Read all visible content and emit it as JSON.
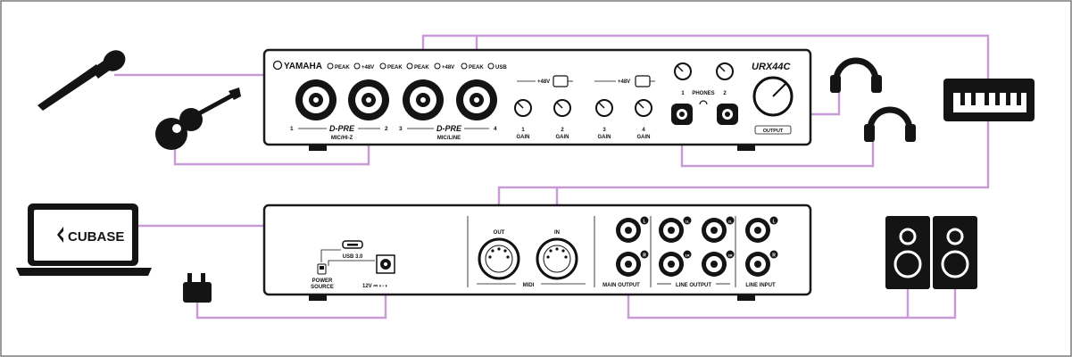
{
  "colors": {
    "cable": "#c89ad6",
    "panel_fill": "#ffffff",
    "panel_stroke": "#1a1a1a",
    "device": "#141414",
    "frame": "#7a7a7a"
  },
  "front_panel": {
    "brand": "YAMAHA",
    "model": "URX44C",
    "peak_1": "PEAK",
    "phantom_12": "+48V",
    "peak_2": "PEAK",
    "peak_3": "PEAK",
    "phantom_34": "+48V",
    "peak_4": "PEAK",
    "usb_led": "USB",
    "preamp_a_name": "D-PRE",
    "preamp_a_sub": "MIC/HI-Z",
    "preamp_b_name": "D-PRE",
    "preamp_b_sub": "MIC/LINE",
    "input_nums": [
      "1",
      "2",
      "3",
      "4"
    ],
    "switch_12": "+48V",
    "switch_34": "+48V",
    "gain_label": "GAIN",
    "phones_label": "PHONES",
    "phones_1": "1",
    "phones_2": "2",
    "output_label": "OUTPUT"
  },
  "rear_panel": {
    "usb_label": "USB 3.0",
    "power_source": [
      "POWER",
      "SOURCE"
    ],
    "dc_label": "12V ⎓ ◐-◑",
    "midi_out": "OUT",
    "midi_in": "IN",
    "midi_label": "MIDI",
    "main_output": "MAIN OUTPUT",
    "line_output": "LINE OUTPUT",
    "line_input": "LINE INPUT",
    "jack_labels": {
      "main_l": "L",
      "main_r": "R",
      "out_1": "1L",
      "out_2": "2L",
      "out_3": "1R",
      "out_4": "2R",
      "in_l": "L",
      "in_r": "R"
    }
  },
  "laptop": {
    "app_name": "CUBASE"
  }
}
